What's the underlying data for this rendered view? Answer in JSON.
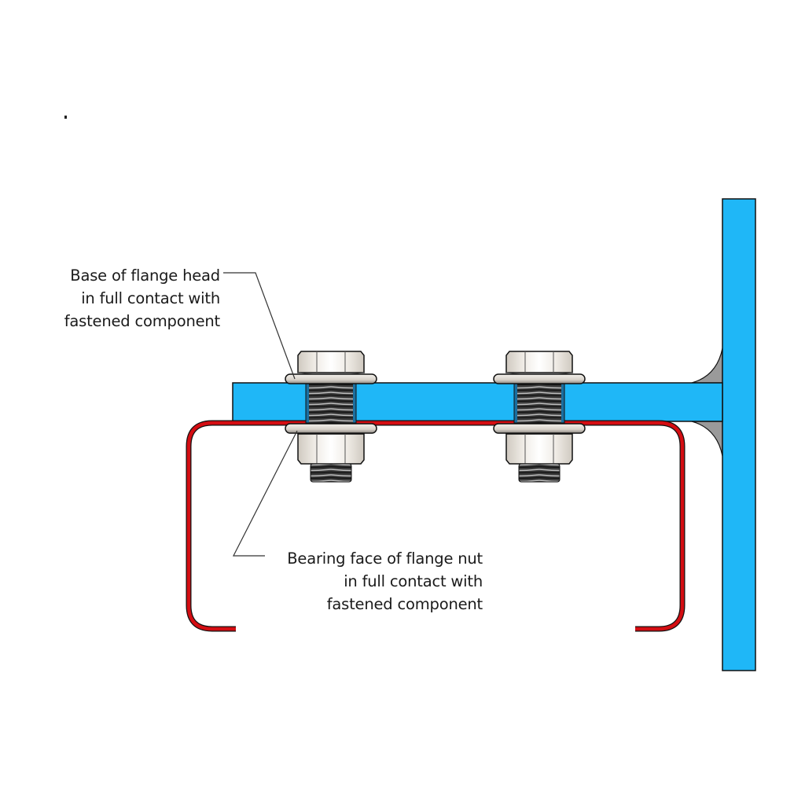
{
  "diagram": {
    "title_mark": ".",
    "callouts": [
      {
        "id": "flange-head",
        "lines": [
          "Base of flange head",
          "in full contact with",
          "fastened component"
        ]
      },
      {
        "id": "flange-nut",
        "lines": [
          "Bearing face of flange nut",
          "in full contact with",
          "fastened component"
        ]
      }
    ],
    "components": {
      "bolts": 2,
      "plate": "horizontal-plate",
      "post": "vertical-post",
      "channel": "c-channel",
      "weld": "fillet-weld"
    },
    "colors": {
      "steel_blue": "#1fb7f7",
      "channel_red": "#d40d12",
      "weld_gray": "#9a9a9a",
      "fastener": "#e6e1da",
      "outline": "#111111"
    }
  }
}
